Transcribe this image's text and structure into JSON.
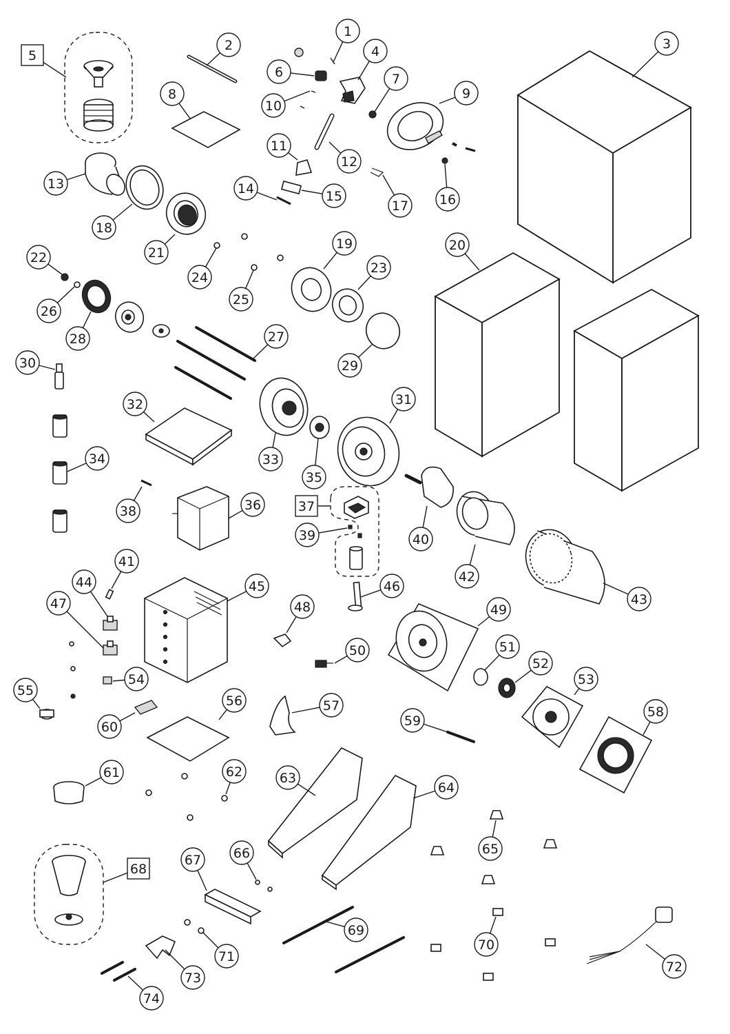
{
  "diagram": {
    "callouts": [
      "1",
      "2",
      "3",
      "4",
      "5",
      "6",
      "7",
      "8",
      "9",
      "10",
      "11",
      "12",
      "13",
      "14",
      "15",
      "16",
      "17",
      "18",
      "19",
      "20",
      "21",
      "22",
      "23",
      "24",
      "25",
      "26",
      "27",
      "28",
      "29",
      "30",
      "31",
      "32",
      "33",
      "34",
      "35",
      "36",
      "37",
      "38",
      "39",
      "40",
      "41",
      "42",
      "43",
      "44",
      "45",
      "46",
      "47",
      "48",
      "49",
      "50",
      "51",
      "52",
      "53",
      "54",
      "55",
      "56",
      "57",
      "58",
      "59",
      "60",
      "61",
      "62",
      "63",
      "64",
      "65",
      "66",
      "67",
      "68",
      "69",
      "70",
      "71",
      "72",
      "73",
      "74"
    ],
    "boxed_callouts": [
      "5",
      "37",
      "68"
    ]
  }
}
